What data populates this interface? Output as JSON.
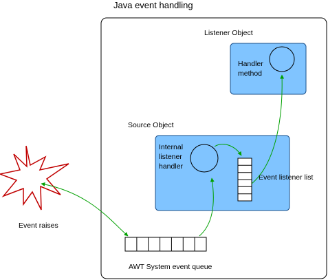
{
  "title": "Java event handling",
  "listener_object": {
    "label": "Listener Object",
    "handler_line1": "Handler",
    "handler_line2": "method"
  },
  "source_object": {
    "label": "Source Object",
    "internal_line1": "Internal",
    "internal_line2": "listener",
    "internal_line3": "handler",
    "event_listener_list": "Event listener list"
  },
  "event_raises": "Event raises",
  "awt_queue": "AWT System event queue",
  "colors": {
    "box_fill": "#80c4ff",
    "box_stroke": "#1a4f8a",
    "arrow": "#00a000",
    "burst_stroke": "#c00000",
    "frame_stroke": "#000000"
  }
}
